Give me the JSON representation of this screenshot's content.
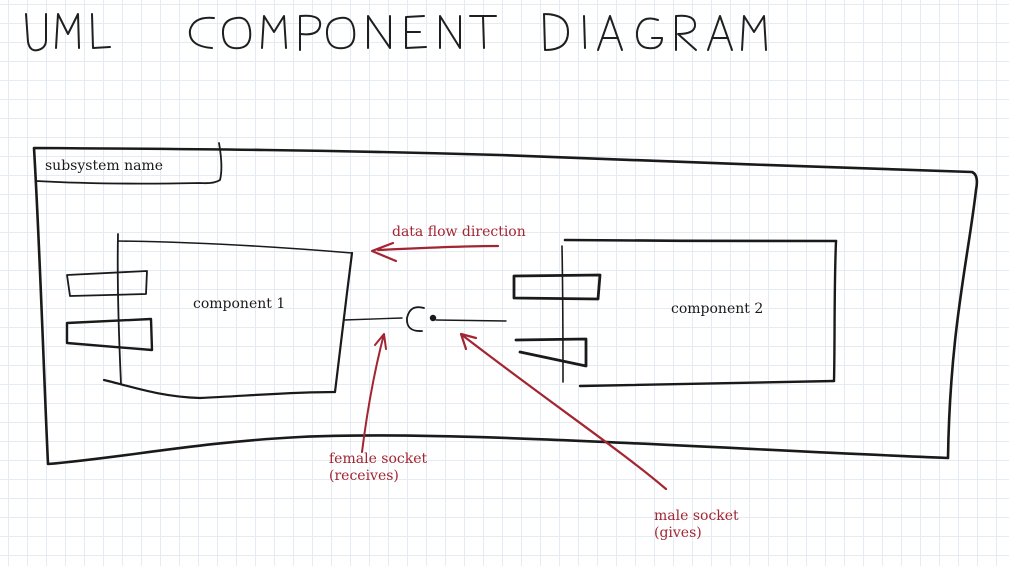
{
  "diagram": {
    "title": "UML COMPONENT DIAGRAM",
    "subsystem_label": "subsystem name",
    "component_1_label": "component 1",
    "component_2_label": "component 2",
    "annotations": {
      "data_flow": "data flow direction",
      "female_socket_line1": "female socket",
      "female_socket_line2": "(receives)",
      "male_socket_line1": "male socket",
      "male_socket_line2": "(gives)"
    }
  },
  "colors": {
    "ink": "#1a1a1a",
    "annotation": "#a32532",
    "grid": "#e4ebf3"
  }
}
